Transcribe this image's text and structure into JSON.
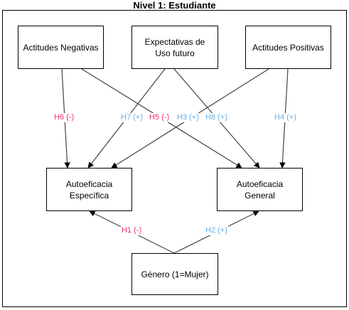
{
  "title": "Nivel 1: Estudiante",
  "colors": {
    "negative": "#e8336b",
    "positive": "#6aaee3",
    "line": "#444444"
  },
  "nodes": {
    "actitudes_negativas": "Actitudes Negativas",
    "expectativas": "Expectativas de Uso futuro",
    "actitudes_positivas": "Actitudes Positivas",
    "autoeficacia_especifica": "Autoeficacia Específica",
    "autoeficacia_general": "Autoeficacia General",
    "genero": "Género (1=Mujer)"
  },
  "hypotheses": {
    "h1": "H1 (-)",
    "h2": "H2 (+)",
    "h3": "H3 (+)",
    "h4": "H4 (+)",
    "h5": "H5 (-)",
    "h6": "H6 (-)",
    "h7": "H7 (+)",
    "h8": "H8 (+)"
  }
}
